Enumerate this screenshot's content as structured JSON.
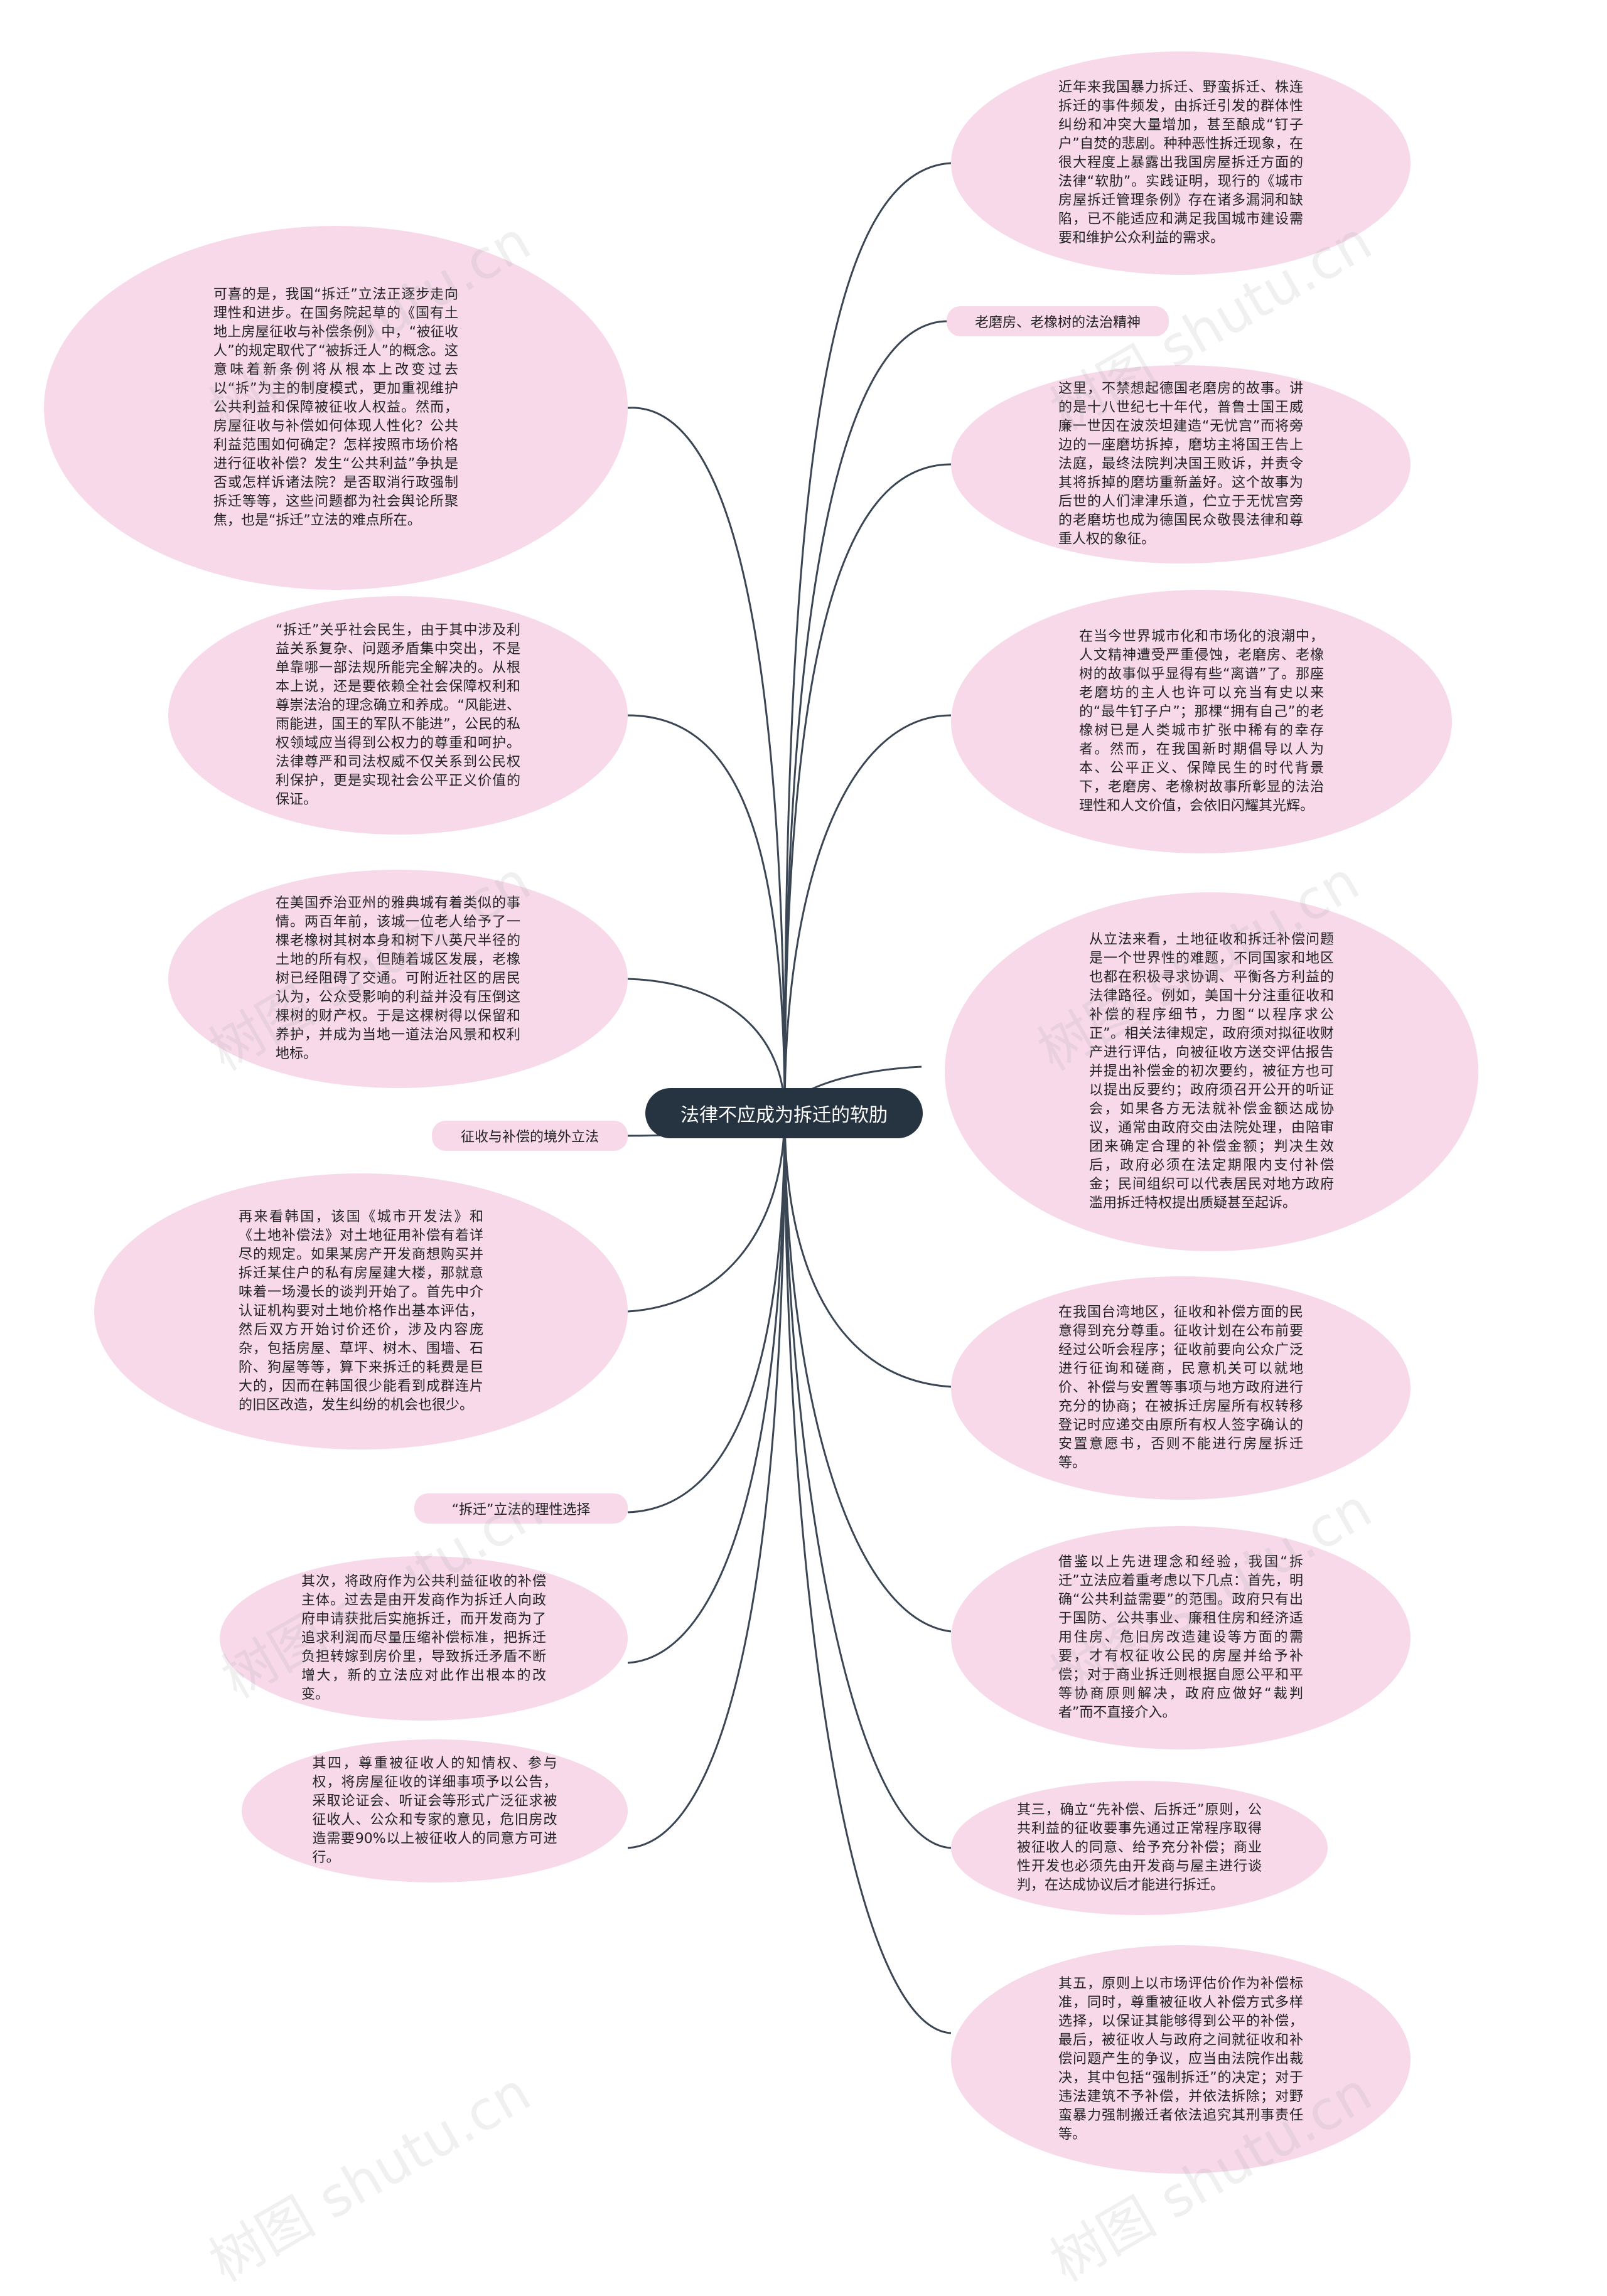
{
  "title": "法律不应成为拆迁的软肋",
  "labels": {
    "veteran": "老磨房、老橡树的法治精神",
    "overseas": "征收与补偿的境外立法",
    "rational": "“拆迁”立法的理性选择"
  },
  "right": {
    "r1": "近年来我国暴力拆迁、野蛮拆迁、株连拆迁的事件频发，由拆迁引发的群体性纠纷和冲突大量增加，甚至酿成“钉子户”自焚的悲剧。种种恶性拆迁现象，在很大程度上暴露出我国房屋拆迁方面的法律“软肋”。实践证明，现行的《城市房屋拆迁管理条例》存在诸多漏洞和缺陷，已不能适应和满足我国城市建设需要和维护公众利益的需求。",
    "r2": "这里，不禁想起德国老磨房的故事。讲的是十八世纪七十年代，普鲁士国王威廉一世因在波茨坦建造“无忧宫”而将旁边的一座磨坊拆掉，磨坊主将国王告上法庭，最终法院判决国王败诉，并责令其将拆掉的磨坊重新盖好。这个故事为后世的人们津津乐道，伫立于无忧宫旁的老磨坊也成为德国民众敬畏法律和尊重人权的象征。",
    "r3": "在当今世界城市化和市场化的浪潮中，人文精神遭受严重侵蚀，老磨房、老橡树的故事似乎显得有些“离谱”了。那座老磨坊的主人也许可以充当有史以来的“最牛钉子户”；那棵“拥有自己”的老橡树已是人类城市扩张中稀有的幸存者。然而，在我国新时期倡导以人为本、公平正义、保障民生的时代背景下，老磨房、老橡树故事所彰显的法治理性和人文价值，会依旧闪耀其光辉。",
    "r4": "从立法来看，土地征收和拆迁补偿问题是一个世界性的难题，不同国家和地区也都在积极寻求协调、平衡各方利益的法律路径。例如，美国十分注重征收和补偿的程序细节，力图“以程序求公正”。相关法律规定，政府须对拟征收财产进行评估，向被征收方送交评估报告并提出补偿金的初次要约，被征方也可以提出反要约；政府须召开公开的听证会，如果各方无法就补偿金额达成协议，通常由政府交由法院处理，由陪审团来确定合理的补偿金额；判决生效后，政府必须在法定期限内支付补偿金；民间组织可以代表居民对地方政府滥用拆迁特权提出质疑甚至起诉。",
    "r5": "在我国台湾地区，征收和补偿方面的民意得到充分尊重。征收计划在公布前要经过公听会程序；征收前要向公众广泛进行征询和磋商，民意机关可以就地价、补偿与安置等事项与地方政府进行充分的协商；在被拆迁房屋所有权转移登记时应递交由原所有权人签字确认的安置意愿书，否则不能进行房屋拆迁等。",
    "r6": "借鉴以上先进理念和经验，我国“拆迁”立法应着重考虑以下几点：首先，明确“公共利益需要”的范围。政府只有出于国防、公共事业、廉租住房和经济适用住房、危旧房改造建设等方面的需要，才有权征收公民的房屋并给予补偿；对于商业拆迁则根据自愿公平和平等协商原则解决，政府应做好“裁判者”而不直接介入。",
    "r7": "其三，确立“先补偿、后拆迁”原则，公共利益的征收要事先通过正常程序取得被征收人的同意、给予充分补偿；商业性开发也必须先由开发商与屋主进行谈判，在达成协议后才能进行拆迁。",
    "r8": "其五，原则上以市场评估价作为补偿标准，同时，尊重被征收人补偿方式多样选择，以保证其能够得到公平的补偿，最后，被征收人与政府之间就征收和补偿问题产生的争议，应当由法院作出裁决，其中包括“强制拆迁”的决定；对于违法建筑不予补偿，并依法拆除；对野蛮暴力强制搬迁者依法追究其刑事责任等。"
  },
  "left": {
    "l1": "可喜的是，我国“拆迁”立法正逐步走向理性和进步。在国务院起草的《国有土地上房屋征收与补偿条例》中，“被征收人”的规定取代了“被拆迁人”的概念。这意味着新条例将从根本上改变过去以“拆”为主的制度模式，更加重视维护公共利益和保障被征收人权益。然而，房屋征收与补偿如何体现人性化？公共利益范围如何确定？怎样按照市场价格进行征收补偿？发生“公共利益”争执是否或怎样诉诸法院？是否取消行政强制拆迁等等，这些问题都为社会舆论所聚焦，也是“拆迁”立法的难点所在。",
    "l2": "“拆迁”关乎社会民生，由于其中涉及利益关系复杂、问题矛盾集中突出，不是单靠哪一部法规所能完全解决的。从根本上说，还是要依赖全社会保障权利和尊崇法治的理念确立和养成。“风能进、雨能进，国王的军队不能进”，公民的私权领域应当得到公权力的尊重和呵护。法律尊严和司法权威不仅关系到公民权利保护，更是实现社会公平正义价值的保证。",
    "l3": "在美国乔治亚州的雅典城有着类似的事情。两百年前，该城一位老人给予了一棵老橡树其树本身和树下八英尺半径的土地的所有权，但随着城区发展，老橡树已经阻碍了交通。可附近社区的居民认为，公众受影响的利益并没有压倒这棵树的财产权。于是这棵树得以保留和养护，并成为当地一道法治风景和权利地标。",
    "l4": "再来看韩国，该国《城市开发法》和《土地补偿法》对土地征用补偿有着详尽的规定。如果某房产开发商想购买并拆迁某住户的私有房屋建大楼，那就意味着一场漫长的谈判开始了。首先中介认证机构要对土地价格作出基本评估，然后双方开始讨价还价，涉及内容庞杂，包括房屋、草坪、树木、围墙、石阶、狗屋等等，算下来拆迁的耗费是巨大的，因而在韩国很少能看到成群连片的旧区改造，发生纠纷的机会也很少。",
    "l5": "其次，将政府作为公共利益征收的补偿主体。过去是由开发商作为拆迁人向政府申请获批后实施拆迁，而开发商为了追求利润而尽量压缩补偿标准，把拆迁负担转嫁到房价里，导致拆迁矛盾不断增大，新的立法应对此作出根本的改变。",
    "l6": "其四，尊重被征收人的知情权、参与权，将房屋征收的详细事项予以公告，采取论证会、听证会等形式广泛征求被征收人、公众和专家的意见，危旧房改造需要90%以上被征收人的同意方可进行。"
  },
  "watermark": "树图 shutu.cn"
}
